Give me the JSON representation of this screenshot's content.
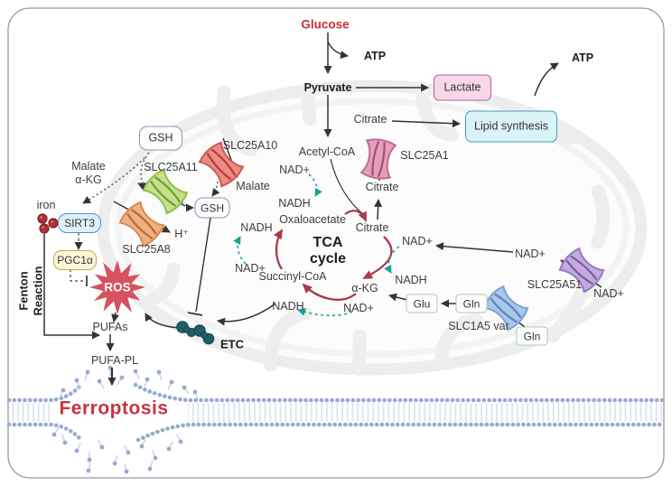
{
  "labels": {
    "glucose": "Glucose",
    "atp": "ATP",
    "pyruvate": "Pyruvate",
    "lactate": "Lactate",
    "citrate": "Citrate",
    "lipid_synthesis": "Lipid synthesis",
    "acetyl_coa": "Acetyl-CoA",
    "oxaloacetate": "Oxaloacetate",
    "tca_1": "TCA",
    "tca_2": "cycle",
    "akg": "α-KG",
    "succinyl_coa": "Succinyl-CoA",
    "nad": "NAD+",
    "nadh": "NADH",
    "malate": "Malate",
    "gsh": "GSH",
    "h_plus": "H⁺",
    "glu": "Glu",
    "gln": "Gln",
    "iron": "iron",
    "sirt3": "SIRT3",
    "pgc1a": "PGC1α",
    "fenton_1": "Fenton",
    "fenton_2": "Reaction",
    "ros": "ROS",
    "pufas": "PUFAs",
    "pufa_pl": "PUFA-PL",
    "ferroptosis": "Ferroptosis",
    "etc": "ETC"
  },
  "transporters": {
    "slc25a1": "SLC25A1",
    "slc25a10": "SLC25A10",
    "slc25a11": "SLC25A11",
    "slc25a8": "SLC25A8",
    "slc25a51": "SLC25A51",
    "slc1a5": "SLC1A5 var"
  },
  "colors": {
    "highlight_red_text": "#c9302f",
    "ferroptosis_text": "#c5343c",
    "tca_arrow": "#a93a4a",
    "nadh_arrow": "#19a296",
    "membrane_dot": "#97abce",
    "lactate_fill": "#f7d7e9",
    "lactate_border": "#b4638f",
    "lipid_fill": "#daf3f8",
    "lipid_border": "#43a0b0",
    "gsh_border": "#8195b5",
    "sirt3_fill": "#dff0fb",
    "sirt3_border": "#4d92c8",
    "pgc1a_fill": "#fcf6da",
    "pgc1a_border": "#c2a94f",
    "glu_gln_border": "#a8cfa8",
    "ros_fill": "#d6525f",
    "etc_fill": "#215f68",
    "iron_fill": "#b03036",
    "slc25a10_fill": "#ef8a85",
    "slc25a11_fill": "#c6e08b",
    "slc25a8_fill": "#efb184",
    "slc25a1_fill": "#e3a0bd",
    "slc25a51_fill": "#c3abdf",
    "slc1a5_fill": "#a8c8ec"
  }
}
